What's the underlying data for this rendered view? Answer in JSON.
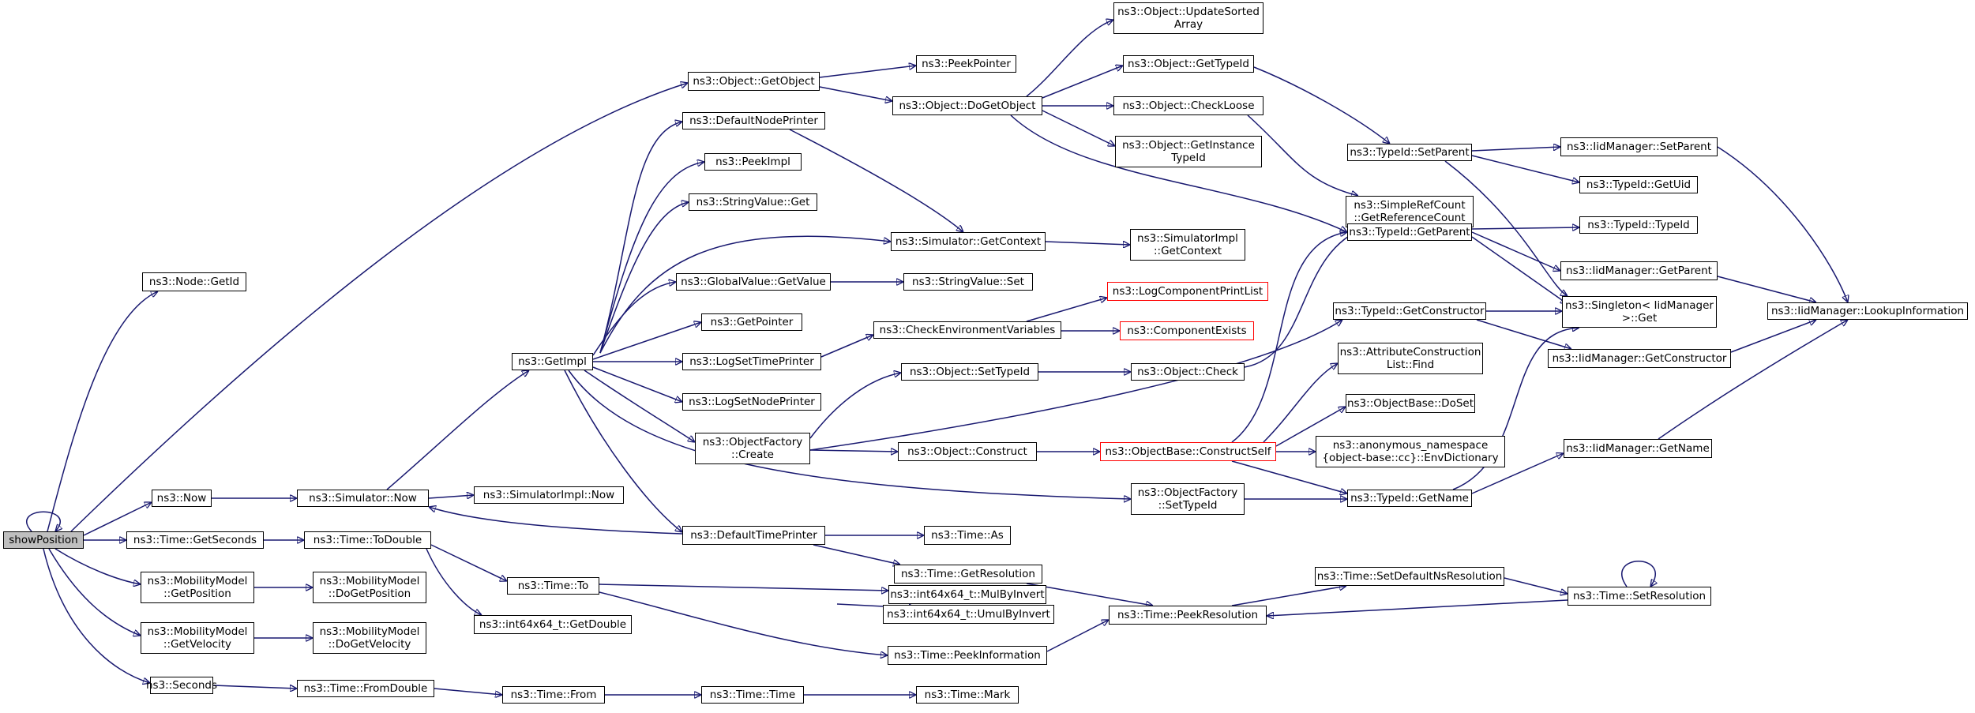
{
  "diagram": {
    "title": "",
    "colors": {
      "edge": "#191970",
      "node_border": "#000000",
      "node_border_warn": "#ff0000",
      "root_fill": "#bfbfbf"
    },
    "nodes": [
      {
        "id": "showPosition",
        "label": "showPosition",
        "root": true
      },
      {
        "id": "GetId",
        "label": "ns3::Node::GetId"
      },
      {
        "id": "GetObject",
        "label": "ns3::Object::GetObject"
      },
      {
        "id": "Now",
        "label": "ns3::Now"
      },
      {
        "id": "GetSeconds",
        "label": "ns3::Time::GetSeconds"
      },
      {
        "id": "MMGetPosition",
        "label": "ns3::MobilityModel\n::GetPosition"
      },
      {
        "id": "MMGetVelocity",
        "label": "ns3::MobilityModel\n::GetVelocity"
      },
      {
        "id": "Seconds",
        "label": "ns3::Seconds"
      },
      {
        "id": "PeekPointer",
        "label": "ns3::PeekPointer"
      },
      {
        "id": "DoGetObject",
        "label": "ns3::Object::DoGetObject"
      },
      {
        "id": "SimulatorNow",
        "label": "ns3::Simulator::Now"
      },
      {
        "id": "SimulatorImplNow",
        "label": "ns3::SimulatorImpl::Now"
      },
      {
        "id": "GetImpl",
        "label": "ns3::GetImpl"
      },
      {
        "id": "ToDouble",
        "label": "ns3::Time::ToDouble"
      },
      {
        "id": "DoGetPosition",
        "label": "ns3::MobilityModel\n::DoGetPosition"
      },
      {
        "id": "DoGetVelocity",
        "label": "ns3::MobilityModel\n::DoGetVelocity"
      },
      {
        "id": "FromDouble",
        "label": "ns3::Time::FromDouble"
      },
      {
        "id": "TimeTo",
        "label": "ns3::Time::To"
      },
      {
        "id": "GetDouble",
        "label": "ns3::int64x64_t::GetDouble"
      },
      {
        "id": "TimeFrom",
        "label": "ns3::Time::From"
      },
      {
        "id": "DefaultNodePrinter",
        "label": "ns3::DefaultNodePrinter"
      },
      {
        "id": "PeekImpl",
        "label": "ns3::PeekImpl"
      },
      {
        "id": "StringValueGet",
        "label": "ns3::StringValue::Get"
      },
      {
        "id": "GlobalValueGetValue",
        "label": "ns3::GlobalValue::GetValue"
      },
      {
        "id": "GetPointer",
        "label": "ns3::GetPointer"
      },
      {
        "id": "LogSetTimePrinter",
        "label": "ns3::LogSetTimePrinter"
      },
      {
        "id": "LogSetNodePrinter",
        "label": "ns3::LogSetNodePrinter"
      },
      {
        "id": "ObjectFactoryCreate",
        "label": "ns3::ObjectFactory\n::Create"
      },
      {
        "id": "DefaultTimePrinter",
        "label": "ns3::DefaultTimePrinter"
      },
      {
        "id": "SimulatorGetContext",
        "label": "ns3::Simulator::GetContext"
      },
      {
        "id": "StringValueSet",
        "label": "ns3::StringValue::Set"
      },
      {
        "id": "CheckEnvVars",
        "label": "ns3::CheckEnvironmentVariables"
      },
      {
        "id": "ObjectSetTypeId",
        "label": "ns3::Object::SetTypeId"
      },
      {
        "id": "ObjectConstruct",
        "label": "ns3::Object::Construct"
      },
      {
        "id": "TimeAs",
        "label": "ns3::Time::As"
      },
      {
        "id": "GetResolution",
        "label": "ns3::Time::GetResolution"
      },
      {
        "id": "MulByInvert",
        "label": "ns3::int64x64_t::MulByInvert"
      },
      {
        "id": "UmulByInvert",
        "label": "ns3::int64x64_t::UmulByInvert"
      },
      {
        "id": "PeekInformation",
        "label": "ns3::Time::PeekInformation"
      },
      {
        "id": "TimeTime",
        "label": "ns3::Time::Time"
      },
      {
        "id": "TimeMark",
        "label": "ns3::Time::Mark"
      },
      {
        "id": "UpdateSortedArray",
        "label": "ns3::Object::UpdateSorted\nArray"
      },
      {
        "id": "ObjectGetTypeId",
        "label": "ns3::Object::GetTypeId"
      },
      {
        "id": "CheckLoose",
        "label": "ns3::Object::CheckLoose"
      },
      {
        "id": "GetInstanceTypeId",
        "label": "ns3::Object::GetInstance\nTypeId"
      },
      {
        "id": "SimulatorImplGetContext",
        "label": "ns3::SimulatorImpl\n::GetContext"
      },
      {
        "id": "LogComponentPrintList",
        "label": "ns3::LogComponentPrintList",
        "warn": true
      },
      {
        "id": "ComponentExists",
        "label": "ns3::ComponentExists",
        "warn": true
      },
      {
        "id": "ObjectCheck",
        "label": "ns3::Object::Check"
      },
      {
        "id": "ConstructSelf",
        "label": "ns3::ObjectBase::ConstructSelf",
        "warn": true
      },
      {
        "id": "OFSetTypeId",
        "label": "ns3::ObjectFactory\n::SetTypeId"
      },
      {
        "id": "PeekResolution",
        "label": "ns3::Time::PeekResolution"
      },
      {
        "id": "TypeIdSetParent",
        "label": "ns3::TypeId::SetParent"
      },
      {
        "id": "GetReferenceCount",
        "label": "ns3::SimpleRefCount\n::GetReferenceCount"
      },
      {
        "id": "TypeIdGetParent",
        "label": "ns3::TypeId::GetParent"
      },
      {
        "id": "TypeIdGetConstructor",
        "label": "ns3::TypeId::GetConstructor"
      },
      {
        "id": "AttrConstructionListFind",
        "label": "ns3::AttributeConstruction\nList::Find"
      },
      {
        "id": "DoSet",
        "label": "ns3::ObjectBase::DoSet"
      },
      {
        "id": "EnvDictionary",
        "label": "ns3::anonymous_namespace\n{object-base::cc}::EnvDictionary"
      },
      {
        "id": "TypeIdGetName",
        "label": "ns3::TypeId::GetName"
      },
      {
        "id": "SetDefaultNsResolution",
        "label": "ns3::Time::SetDefaultNsResolution"
      },
      {
        "id": "IidSetParent",
        "label": "ns3::IidManager::SetParent"
      },
      {
        "id": "TypeIdGetUid",
        "label": "ns3::TypeId::GetUid"
      },
      {
        "id": "TypeIdTypeId",
        "label": "ns3::TypeId::TypeId"
      },
      {
        "id": "IidGetParent",
        "label": "ns3::IidManager::GetParent"
      },
      {
        "id": "SingletonGet",
        "label": "ns3::Singleton< IidManager\n>::Get"
      },
      {
        "id": "IidGetConstructor",
        "label": "ns3::IidManager::GetConstructor"
      },
      {
        "id": "IidGetName",
        "label": "ns3::IidManager::GetName"
      },
      {
        "id": "SetResolution",
        "label": "ns3::Time::SetResolution"
      },
      {
        "id": "LookupInformation",
        "label": "ns3::IidManager::LookupInformation"
      }
    ]
  }
}
